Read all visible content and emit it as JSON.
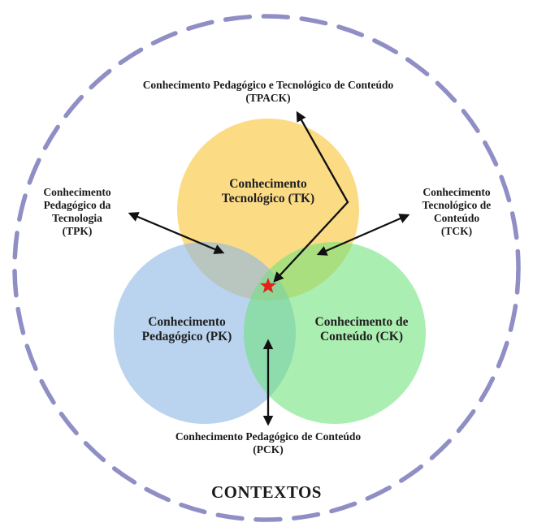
{
  "diagram": {
    "title": "TPACK",
    "outer_context": {
      "label": "CONTEXTOS",
      "stroke_color": "#8f8fc6",
      "style": "dashed"
    },
    "circles": [
      {
        "id": "TK",
        "label": "Conhecimento\nTecnológico (TK)",
        "color": "#fbd36a"
      },
      {
        "id": "PK",
        "label": "Conhecimento\nPedagógico (PK)",
        "color": "#8fb8e3"
      },
      {
        "id": "CK",
        "label": "Conhecimento de\nConteúdo (CK)",
        "color": "#6fe27a"
      }
    ],
    "intersections": [
      {
        "id": "TPACK",
        "label": "Conhecimento Pedagógico e Tecnológico de Conteúdo\n(TPACK)",
        "pointer": "zigzag-arrow"
      },
      {
        "id": "TPK",
        "label": "Conhecimento\nPedagógico da\nTecnologia\n(TPK)",
        "pointer": "double-arrow"
      },
      {
        "id": "TCK",
        "label": "Conhecimento\nTecnológico de\nConteúdo\n(TCK)",
        "pointer": "double-arrow"
      },
      {
        "id": "PCK",
        "label": "Conhecimento Pedagógico de Conteúdo\n(PCK)",
        "pointer": "double-arrow"
      }
    ],
    "center_marker": {
      "icon": "star-icon",
      "color": "#e8201c"
    }
  }
}
